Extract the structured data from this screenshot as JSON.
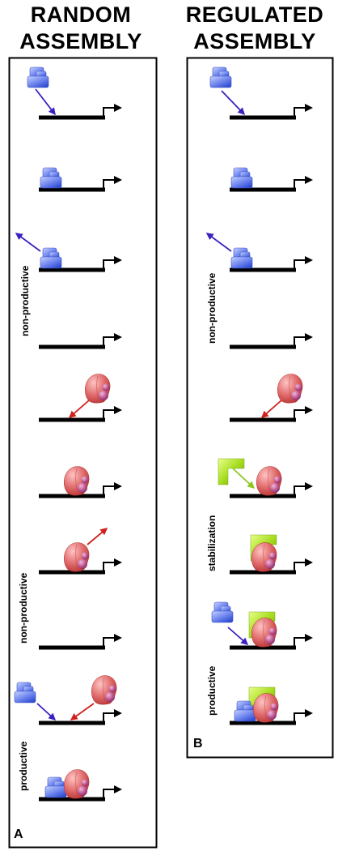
{
  "titles": {
    "left_line1": "RANDOM",
    "left_line2": "ASSEMBLY",
    "right_line1": "REGULATED",
    "right_line2": "ASSEMBLY"
  },
  "panels": {
    "left_letter": "A",
    "right_letter": "B"
  },
  "labels": {
    "left_nonproductive_1": "non-productive",
    "left_nonproductive_2": "non-productive",
    "left_productive": "productive",
    "right_nonproductive": "non-productive",
    "right_stabilization": "stabilization",
    "right_productive": "productive"
  },
  "colors": {
    "blue_complex": "#6f86ee",
    "red_complex": "#e06a6a",
    "pink_subunit": "#b8508a",
    "green_factor": "#9ed81e",
    "blue_arrow": "#3a22c0",
    "red_arrow": "#d0201e",
    "green_arrow": "#8cc820"
  }
}
